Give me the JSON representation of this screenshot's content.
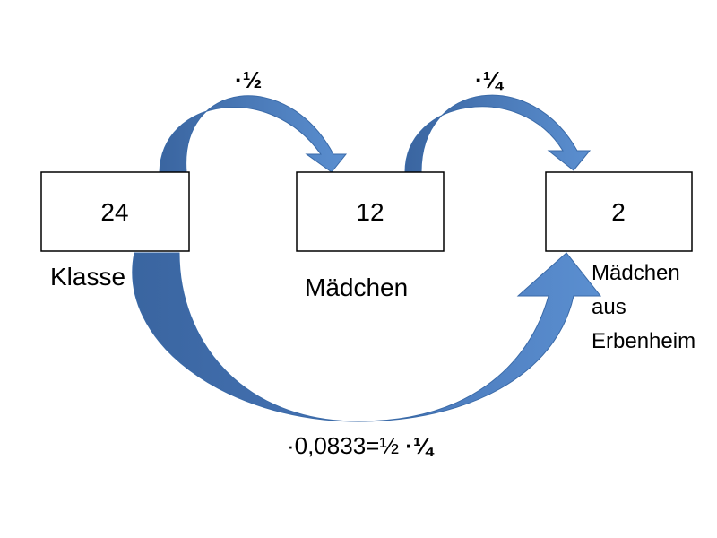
{
  "boxes": [
    {
      "value": "24",
      "label": "Klasse"
    },
    {
      "value": "12",
      "label": "Mädchen"
    },
    {
      "value": "2",
      "label_lines": [
        "Mädchen",
        "aus",
        "Erbenheim"
      ]
    }
  ],
  "factors": {
    "first": "·½",
    "second": "·¼"
  },
  "formula": {
    "prefix": "·0,0833=½ ",
    "bold_part": "·¼"
  },
  "colors": {
    "arrow_light": "#5b8fd0",
    "arrow_dark": "#3a65a0",
    "box_stroke": "#000000"
  }
}
